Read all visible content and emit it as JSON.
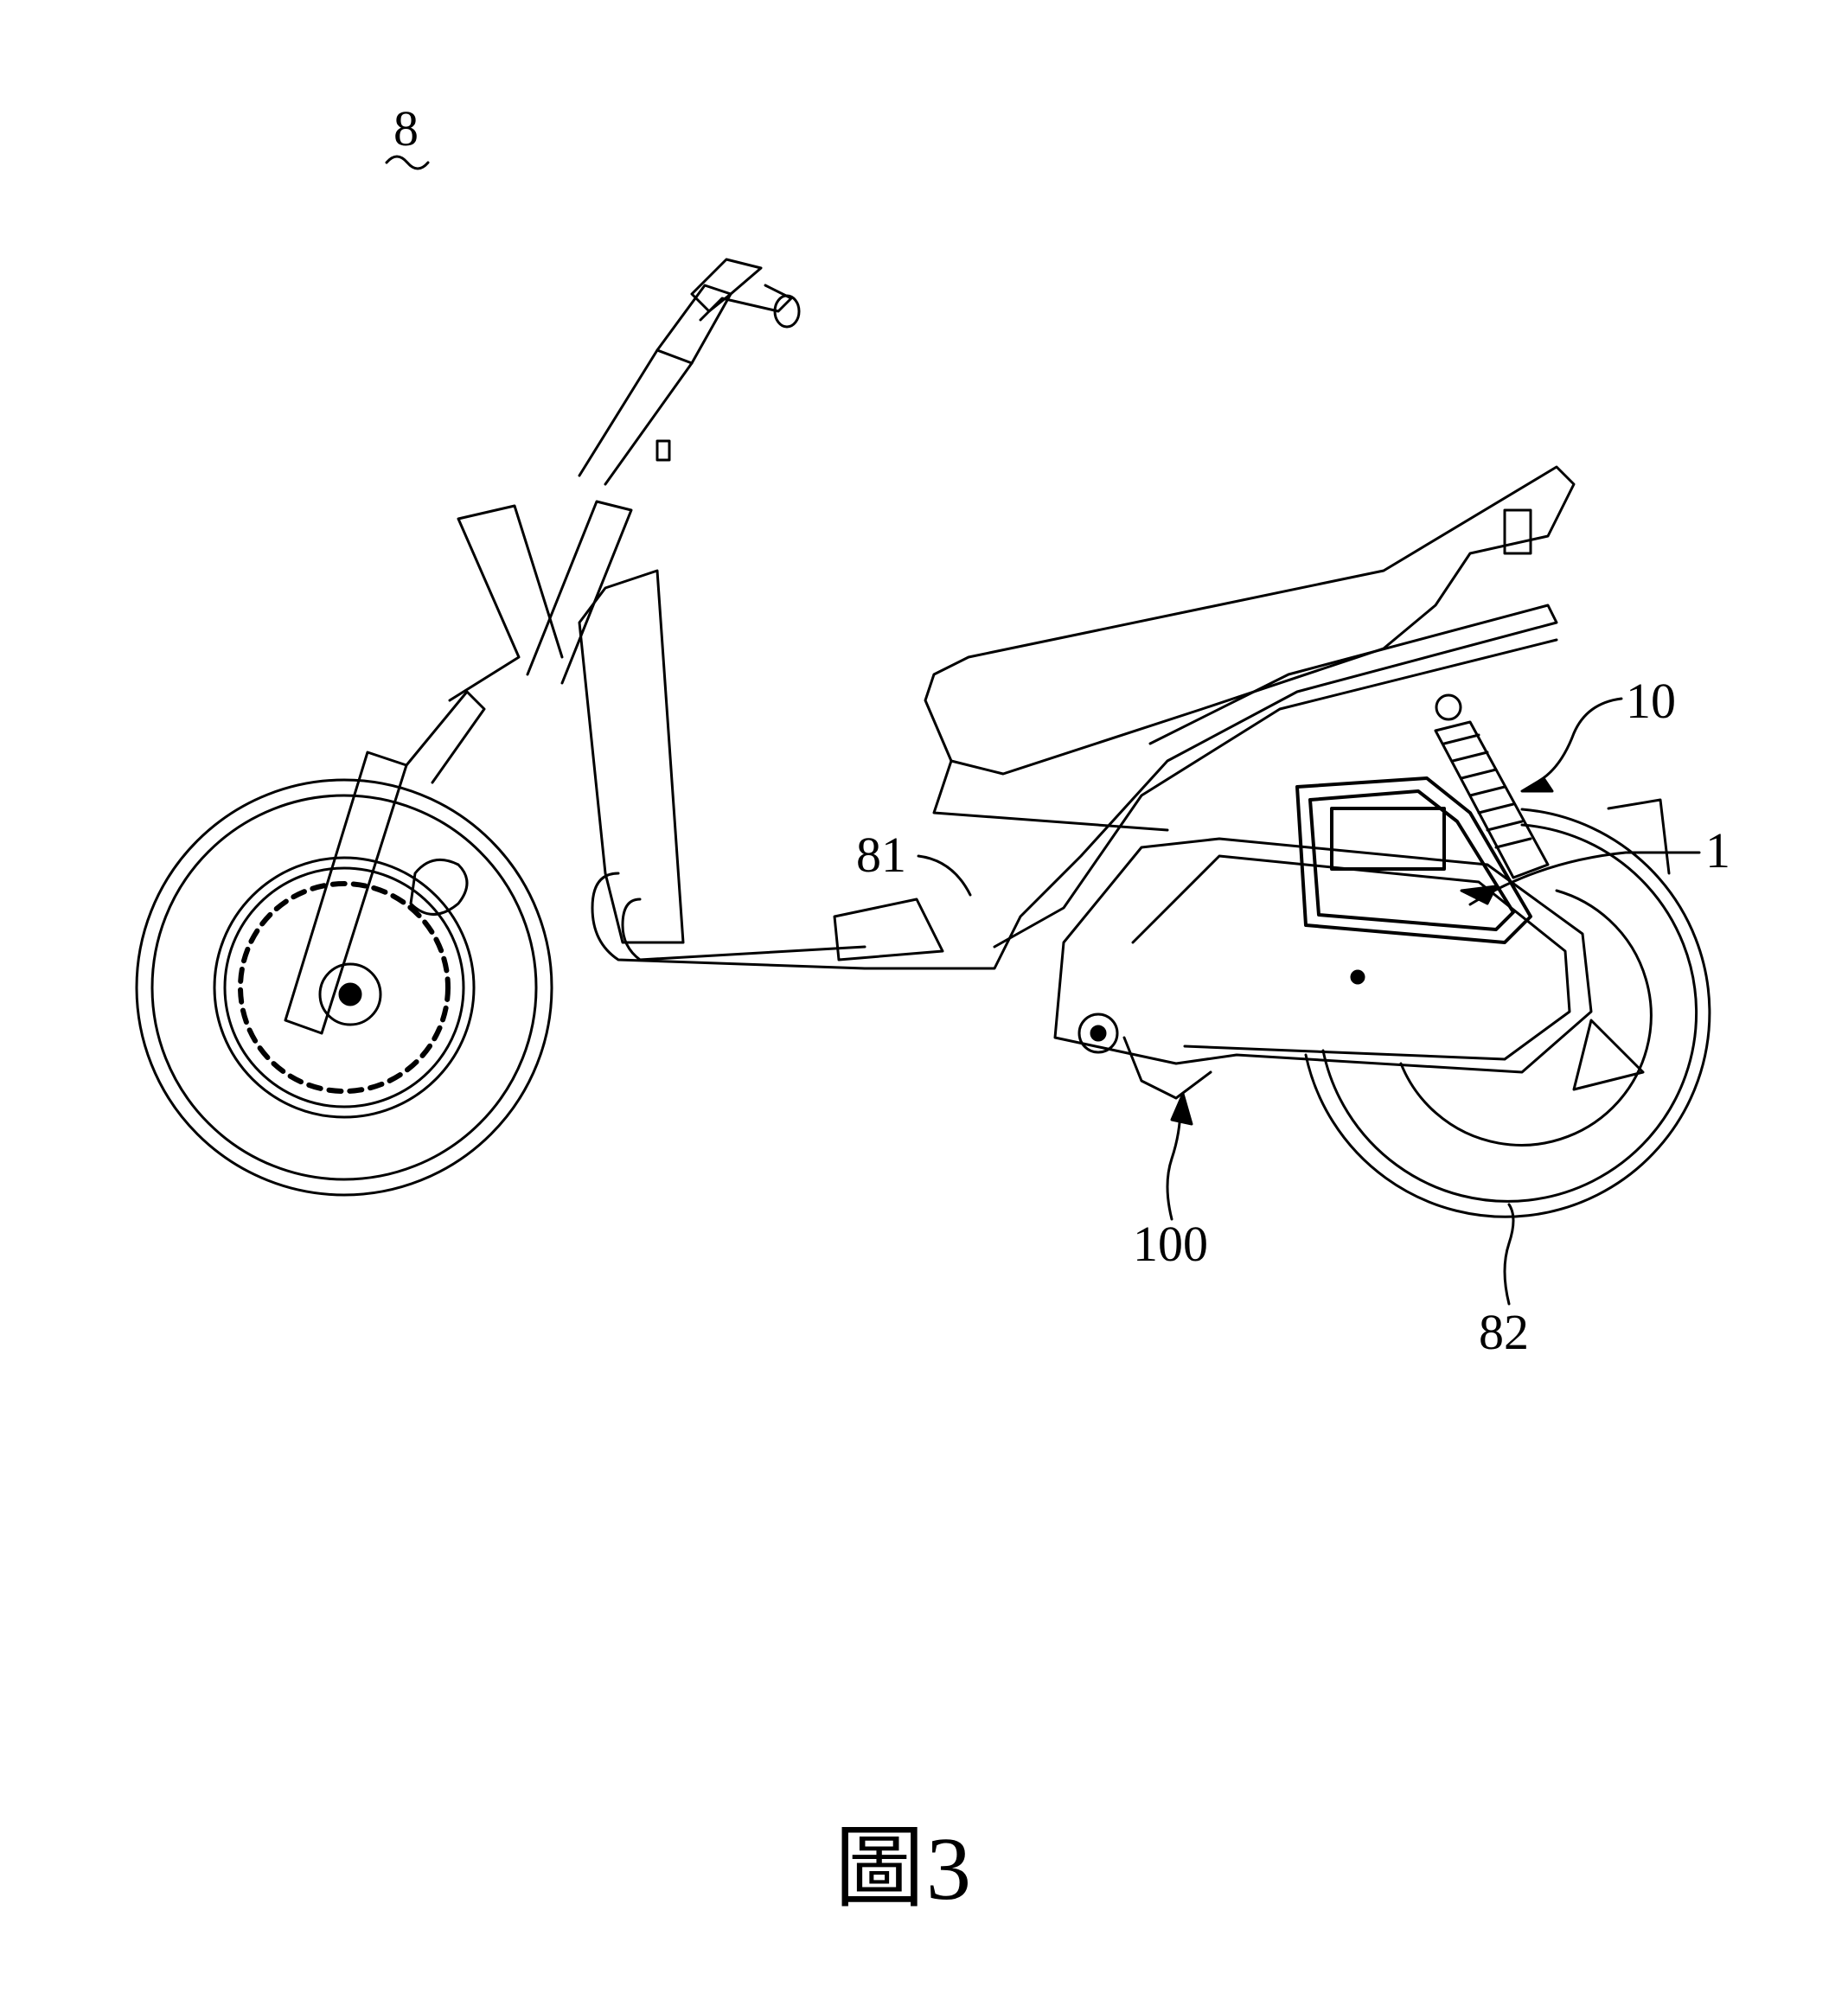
{
  "figure": {
    "caption": "圖3"
  },
  "labels": {
    "vehicle": "8",
    "assembly": "10",
    "component": "1",
    "frame": "81",
    "power_unit": "100",
    "rear_wheel": "82"
  }
}
